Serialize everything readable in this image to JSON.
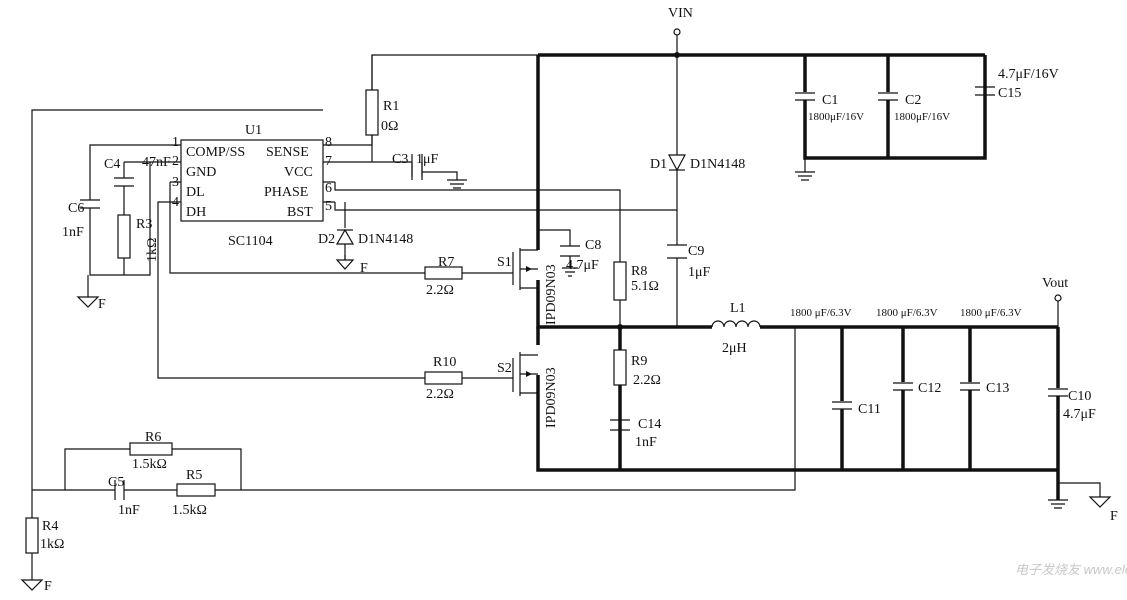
{
  "labels": {
    "vin": "VIN",
    "vout": "Vout",
    "u1": "U1",
    "u1_part": "SC1104",
    "pin1": "1",
    "pin2": "2",
    "pin3": "3",
    "pin4": "4",
    "pin5": "5",
    "pin6": "6",
    "pin7": "7",
    "pin8": "8",
    "comp_ss": "COMP/SS",
    "gnd": "GND",
    "dl": "DL",
    "dh": "DH",
    "sense": "SENSE",
    "vcc": "VCC",
    "phase": "PHASE",
    "bst": "BST",
    "r1": "R1",
    "r1_val": "0Ω",
    "c3": "C3",
    "c3_val": "1μF",
    "c4": "C4",
    "c4_val": "47nF",
    "c6": "C6",
    "c6_val": "1nF",
    "r3": "R3",
    "r3_val": "1kΩ",
    "d1": "D1",
    "d1_part": "D1N4148",
    "d2": "D2",
    "d2_part": "D1N4148",
    "c8": "C8",
    "c8_val": "4.7μF",
    "c9": "C9",
    "c9_val": "1μF",
    "r7": "R7",
    "r7_val": "2.2Ω",
    "r8": "R8",
    "r8_val": "5.1Ω",
    "r10": "R10",
    "r10_val": "2.2Ω",
    "r9": "R9",
    "r9_val": "2.2Ω",
    "c14": "C14",
    "c14_val": "1nF",
    "s1": "S1",
    "s2": "S2",
    "q_part": "IPD09N03",
    "l1": "L1",
    "l1_val": "2μH",
    "c1": "C1",
    "c1_val": "1800μF/16V",
    "c2": "C2",
    "c2_val": "1800μF/16V",
    "c15": "C15",
    "c15_val": "4.7μF/16V",
    "c11": "C11",
    "c12": "C12",
    "c13": "C13",
    "cout_val1": "1800 μF/6.3V",
    "cout_val2": "1800 μF/6.3V",
    "cout_val3": "1800 μF/6.3V",
    "c10": "C10",
    "c10_val": "4.7μF",
    "r6": "R6",
    "r6_val": "1.5kΩ",
    "c5": "C5",
    "c5_val": "1nF",
    "r5": "R5",
    "r5_val": "1.5kΩ",
    "r4": "R4",
    "r4_val": "1kΩ",
    "gnd_f": "F",
    "watermark": "电子发烧友 www.elecfans.com"
  }
}
